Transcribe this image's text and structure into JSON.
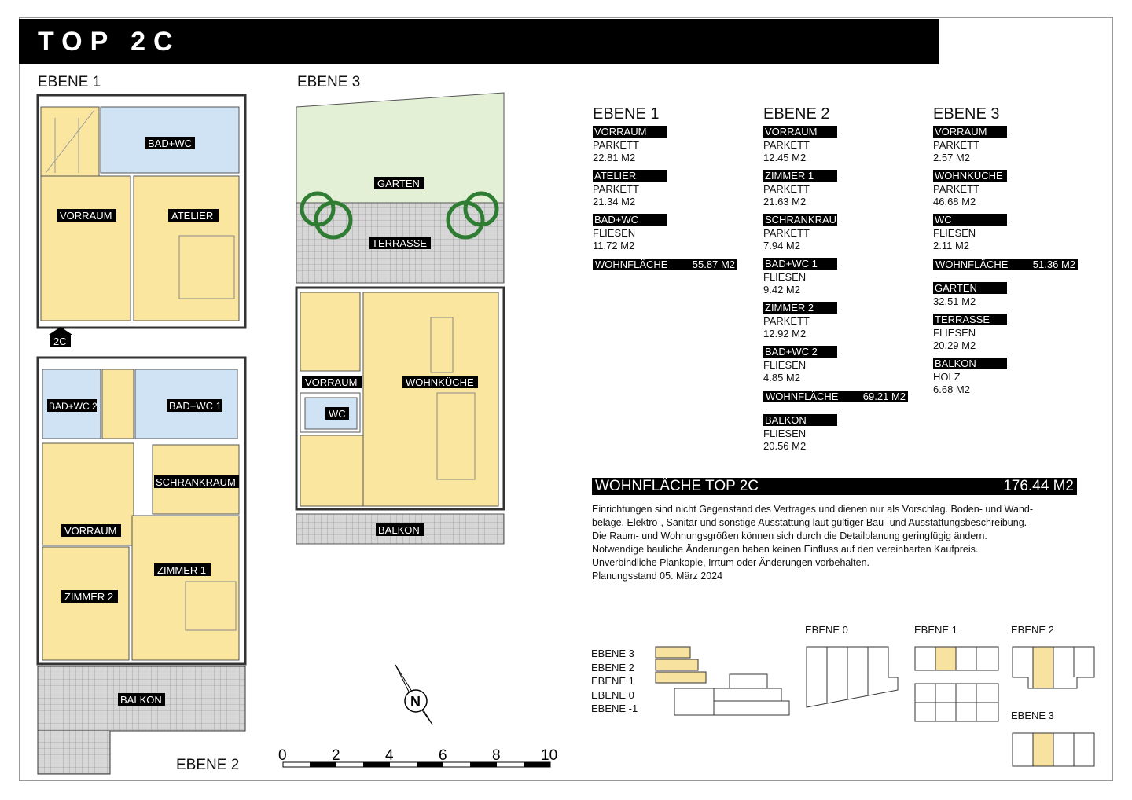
{
  "title": "TOP 2C",
  "plans": {
    "ebene1_heading": "EBENE 1",
    "ebene2_heading": "EBENE 2",
    "ebene3_heading": "EBENE 3",
    "entrance_tag": "2C",
    "rooms_e1": [
      "BAD+WC",
      "VORRAUM",
      "ATELIER"
    ],
    "rooms_e2": [
      "BAD+WC 2",
      "BAD+WC 1",
      "SCHRANKRAUM",
      "VORRAUM",
      "ZIMMER 1",
      "ZIMMER 2",
      "BALKON"
    ],
    "rooms_e3": [
      "GARTEN",
      "TERRASSE",
      "VORRAUM",
      "WOHNKÜCHE",
      "WC",
      "BALKON"
    ]
  },
  "scale": {
    "ticks": [
      "0",
      "2",
      "4",
      "6",
      "8",
      "10"
    ]
  },
  "areas": {
    "ebene1": {
      "heading": "EBENE 1",
      "rooms": [
        {
          "name": "VORRAUM",
          "floor": "PARKETT",
          "area": "22.81 M2"
        },
        {
          "name": "ATELIER",
          "floor": "PARKETT",
          "area": "21.34 M2"
        },
        {
          "name": "BAD+WC",
          "floor": "FLIESEN",
          "area": "11.72 M2"
        }
      ],
      "total_label": "WOHNFLÄCHE",
      "total_value": "55.87 M2"
    },
    "ebene2": {
      "heading": "EBENE 2",
      "rooms": [
        {
          "name": "VORRAUM",
          "floor": "PARKETT",
          "area": "12.45 M2"
        },
        {
          "name": "ZIMMER 1",
          "floor": "PARKETT",
          "area": "21.63 M2"
        },
        {
          "name": "SCHRANKRAUM",
          "floor": "PARKETT",
          "area": "7.94 M2"
        },
        {
          "name": "BAD+WC 1",
          "floor": "FLIESEN",
          "area": "9.42 M2"
        },
        {
          "name": "ZIMMER 2",
          "floor": "PARKETT",
          "area": "12.92 M2"
        },
        {
          "name": "BAD+WC 2",
          "floor": "FLIESEN",
          "area": "4.85 M2"
        }
      ],
      "total_label": "WOHNFLÄCHE",
      "total_value": "69.21 M2",
      "extra": [
        {
          "name": "BALKON",
          "floor": "FLIESEN",
          "area": "20.56 M2"
        }
      ]
    },
    "ebene3": {
      "heading": "EBENE 3",
      "rooms": [
        {
          "name": "VORRAUM",
          "floor": "PARKETT",
          "area": "2.57 M2"
        },
        {
          "name": "WOHNKÜCHE",
          "floor": "PARKETT",
          "area": "46.68 M2"
        },
        {
          "name": "WC",
          "floor": "FLIESEN",
          "area": "2.11 M2"
        }
      ],
      "total_label": "WOHNFLÄCHE",
      "total_value": "51.36 M2",
      "extra": [
        {
          "name": "GARTEN",
          "floor": "",
          "area": "32.51 M2"
        },
        {
          "name": "TERRASSE",
          "floor": "FLIESEN",
          "area": "20.29 M2"
        },
        {
          "name": "BALKON",
          "floor": "HOLZ",
          "area": "6.68 M2"
        }
      ]
    }
  },
  "grand_total": {
    "label": "WOHNFLÄCHE TOP 2C",
    "value": "176.44 M2"
  },
  "notes": [
    "Einrichtungen sind nicht Gegenstand des Vertrages und dienen nur als Vorschlag. Boden- und Wand-",
    "beläge, Elektro-, Sanitär und sonstige Ausstattung laut gültiger Bau- und Ausstattungsbeschreibung.",
    "Die Raum- und Wohnungsgrößen können sich durch die Detailplanung geringfügig ändern.",
    "Notwendige bauliche Änderungen haben keinen Einfluss auf den vereinbarten Kaufpreis.",
    "Unverbindliche Plankopie, Irrtum oder Änderungen vorbehalten.",
    "Planungsstand 05. März 2024"
  ],
  "keymap": {
    "section_levels": [
      "EBENE 3",
      "EBENE 2",
      "EBENE 1",
      "EBENE 0",
      "EBENE -1"
    ],
    "plan_labels": [
      "EBENE 0",
      "EBENE 1",
      "EBENE 2",
      "EBENE 3"
    ]
  },
  "colors": {
    "room_fill": "#fbe6a0",
    "wet_fill": "#cfe3f5",
    "garden_fill": "#e3f0d6",
    "tile": "#d4d4d4",
    "highlight": "#f8e2a0"
  }
}
